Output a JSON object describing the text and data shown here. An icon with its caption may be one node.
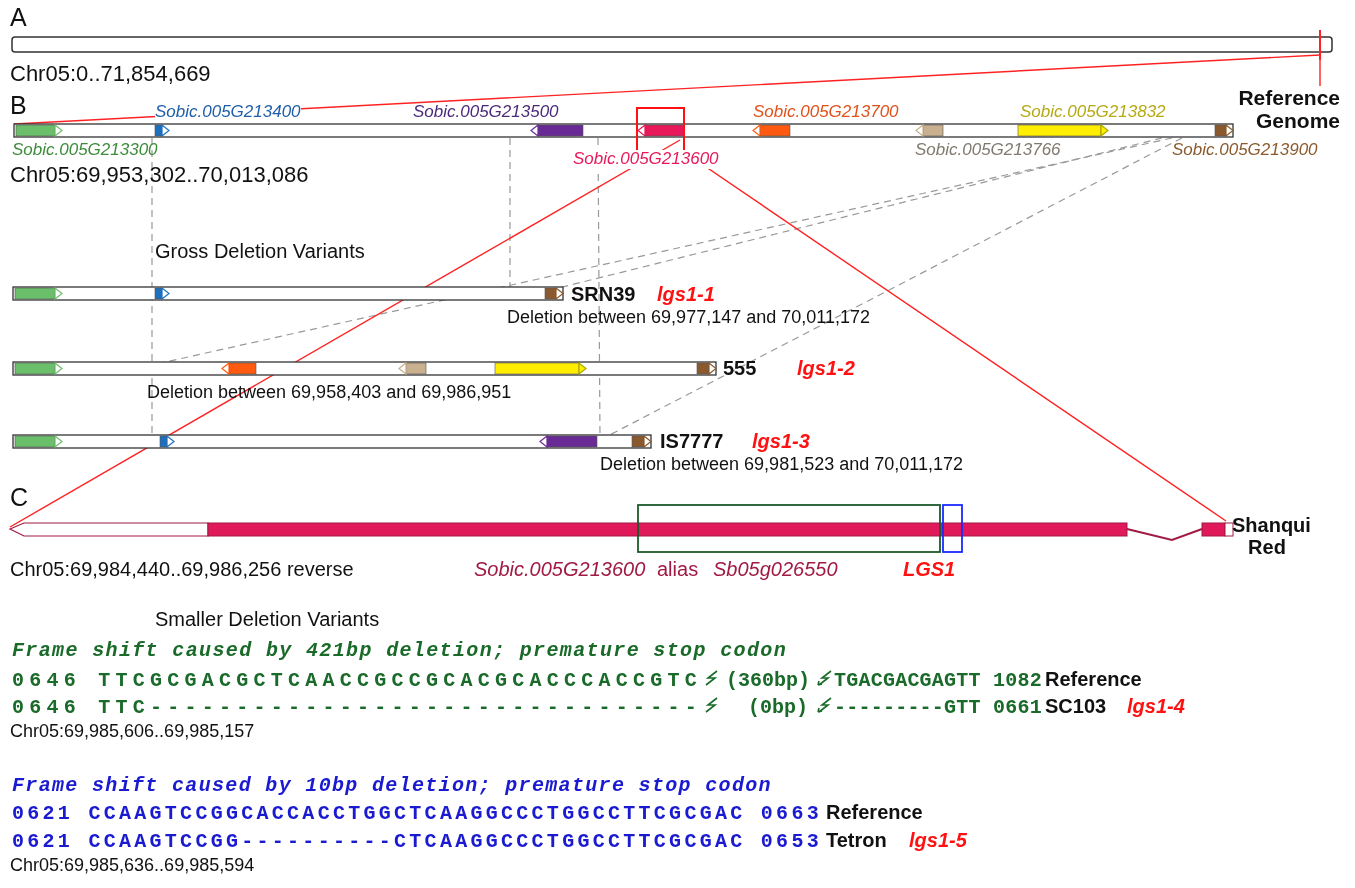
{
  "diagram": {
    "labels": [
      "A",
      "Chr05:0..71,854,669",
      "B",
      "Sobic.005G213400",
      "Sobic.005G213500",
      "Sobic.005G213700",
      "Sobic.005G213832",
      "Reference Genome",
      "Sobic.005G213300",
      "Sobic.005G213600",
      "Sobic.005G213766",
      "Sobic.005G213900",
      "Chr05:69,953,302..70,013,086",
      "Gross Deletion Variants",
      "SRN39",
      "lgs1-1",
      "Deletion between 69,977,147 and 70,011,172",
      "555",
      "lgs1-2",
      "Deletion between 69,958,403 and 69,986,951",
      "IS7777",
      "lgs1-3",
      "Deletion between 69,981,523 and 70,011,172",
      "C",
      "Shanqui Red",
      "Chr05:69,984,440..69,986,256 reverse",
      "Sobic.005G213600",
      "alias",
      "Sb05g026550",
      "LGS1",
      "Smaller Deletion Variants",
      "Frame shift caused by 421bp deletion; premature stop codon",
      "0646 TTCGCGACGCTCAACCGCCGCACGCACCCACCGTC",
      "(360bp)",
      "TGACGACGAGTT 1082",
      "Reference",
      "0646 TTC--------------------------------",
      "(0bp)",
      "---------GTT 0661",
      "SC103",
      "lgs1-4",
      "Chr05:69,985,606..69,985,157",
      "Frame shift caused by 10bp deletion; premature stop codon",
      "0621 CCAAGTCCGGCACCACCTGGCTCAAGGCCCTGGCCTTCGCGAC 0663",
      "Reference",
      "0621 CCAAGTCCGG----------CTCAAGGCCCTGGCCTTCGCGAC 0653",
      "Tetron",
      "lgs1-5",
      "Chr05:69,985,636..69,985,594"
    ]
  }
}
